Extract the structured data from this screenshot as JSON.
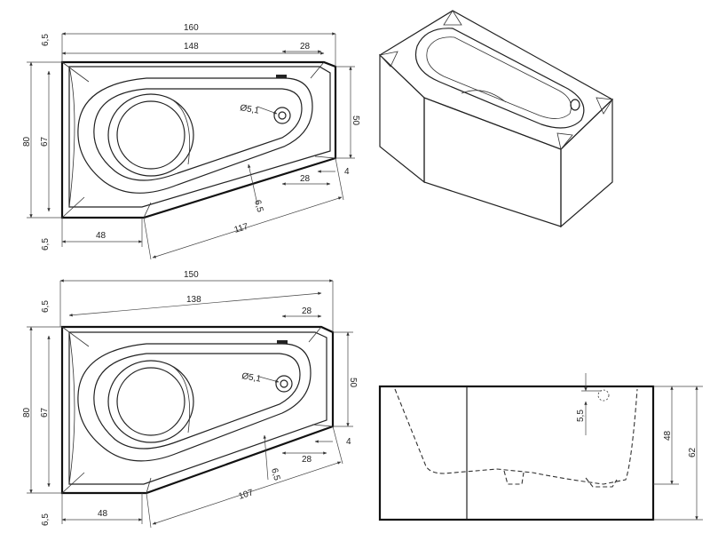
{
  "top_plan": {
    "dim_overall_width": "160",
    "dim_rim_width": "148",
    "dim_narrow_end": "28",
    "dim_narrow_height": "50",
    "dim_overall_depth": "80",
    "dim_inner_depth": "67",
    "dim_edge_top": "6,5",
    "dim_edge_bottom": "6,5",
    "dim_drain": "Ø5,1",
    "dim_rim_offset": "4",
    "dim_lower_narrow": "28",
    "dim_slope_edge": "6,5",
    "dim_bottom_left": "48",
    "dim_slope_length": "117"
  },
  "bottom_plan": {
    "dim_overall_width": "150",
    "dim_rim_width": "138",
    "dim_narrow_end": "28",
    "dim_narrow_height": "50",
    "dim_overall_depth": "80",
    "dim_inner_depth": "67",
    "dim_edge_top": "6,5",
    "dim_edge_bottom": "6,5",
    "dim_drain": "Ø5,1",
    "dim_rim_offset": "4",
    "dim_lower_narrow": "28",
    "dim_slope_edge": "6,5",
    "dim_bottom_left": "48",
    "dim_slope_length": "107"
  },
  "side_view": {
    "dim_overflow": "5,5",
    "dim_inner_height": "48",
    "dim_total_height": "62"
  }
}
